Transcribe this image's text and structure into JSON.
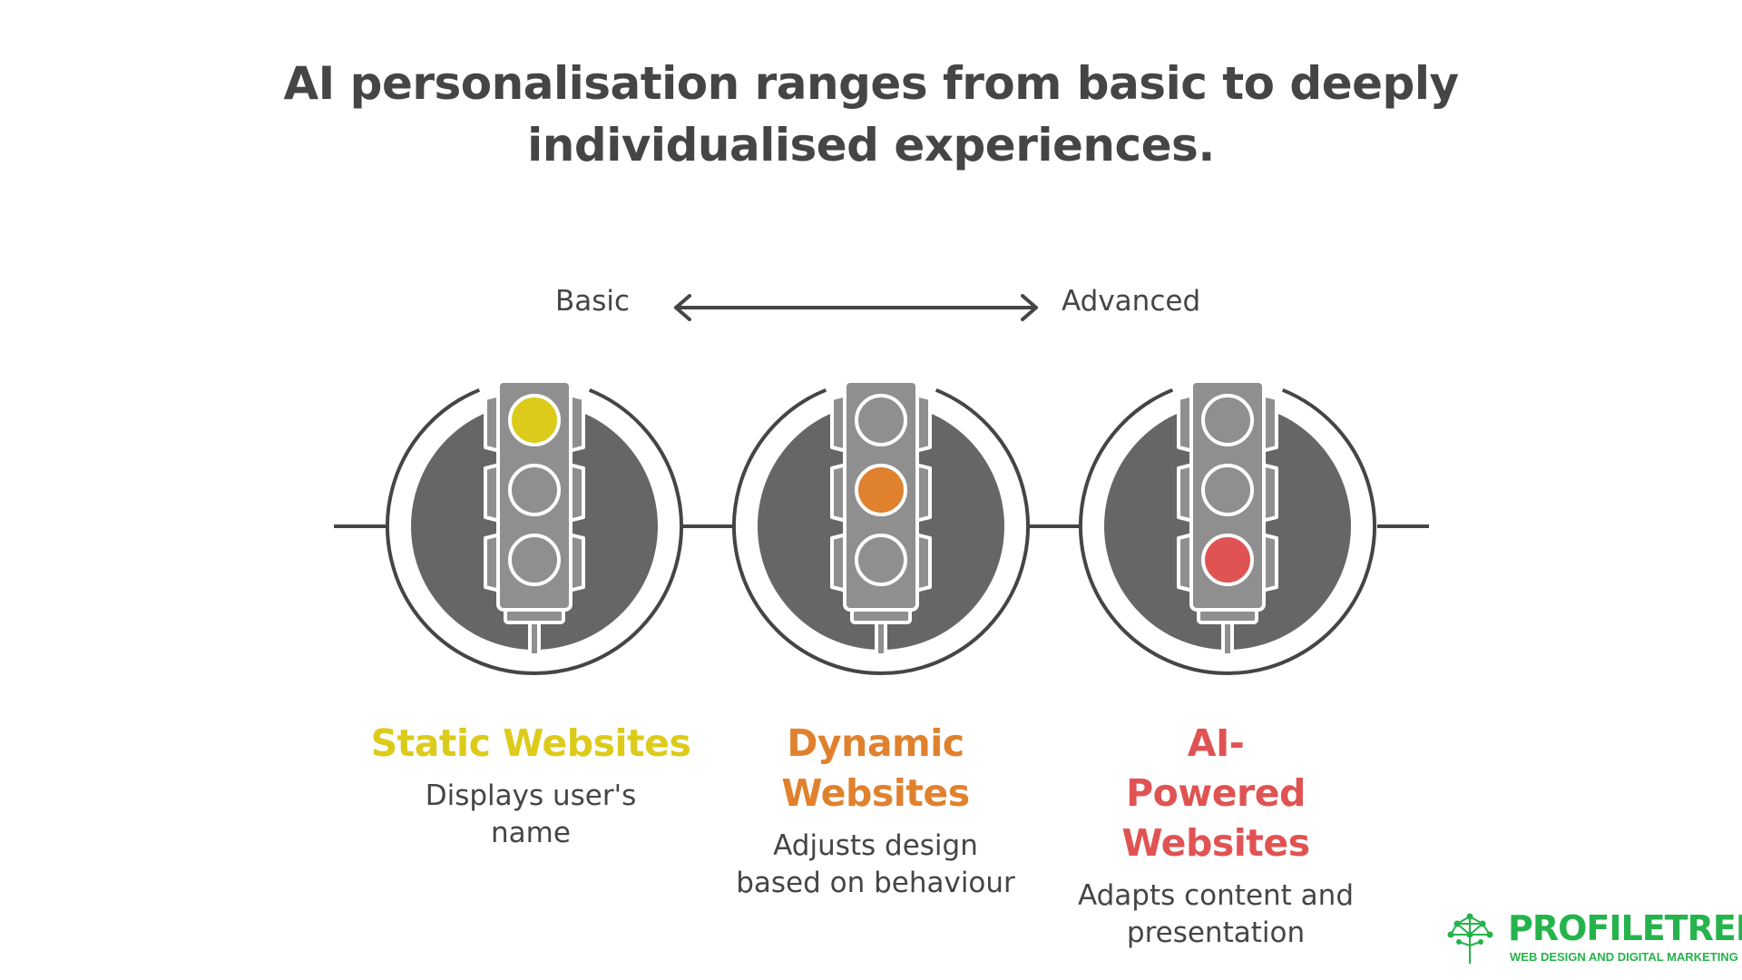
{
  "title": {
    "line1": "AI personalisation ranges from basic to deeply",
    "line2": "individualised experiences."
  },
  "scale": {
    "left_label": "Basic",
    "right_label": "Advanced"
  },
  "levels": [
    {
      "title_line1": "Static Websites",
      "title_line2": "",
      "desc_line1": "Displays user's",
      "desc_line2": "name",
      "active_light": "top",
      "color": "#dccb1a"
    },
    {
      "title_line1": "Dynamic",
      "title_line2": "Websites",
      "desc_line1": "Adjusts design",
      "desc_line2": "based on behaviour",
      "active_light": "middle",
      "color": "#e0812e"
    },
    {
      "title_line1": "AI-Powered",
      "title_line2": "Websites",
      "desc_line1": "Adapts content and",
      "desc_line2": "presentation",
      "active_light": "bottom",
      "color": "#e05353"
    }
  ],
  "colors": {
    "text": "#454545",
    "circle_fill": "#666666",
    "signal_body": "#8f8f8f",
    "inactive_light": "#8f8f8f",
    "brand_green": "#25b34b"
  },
  "logo": {
    "name": "PROFILETREE",
    "tagline": "WEB DESIGN AND DIGITAL MARKETING",
    "icon": "tree-network-icon"
  }
}
